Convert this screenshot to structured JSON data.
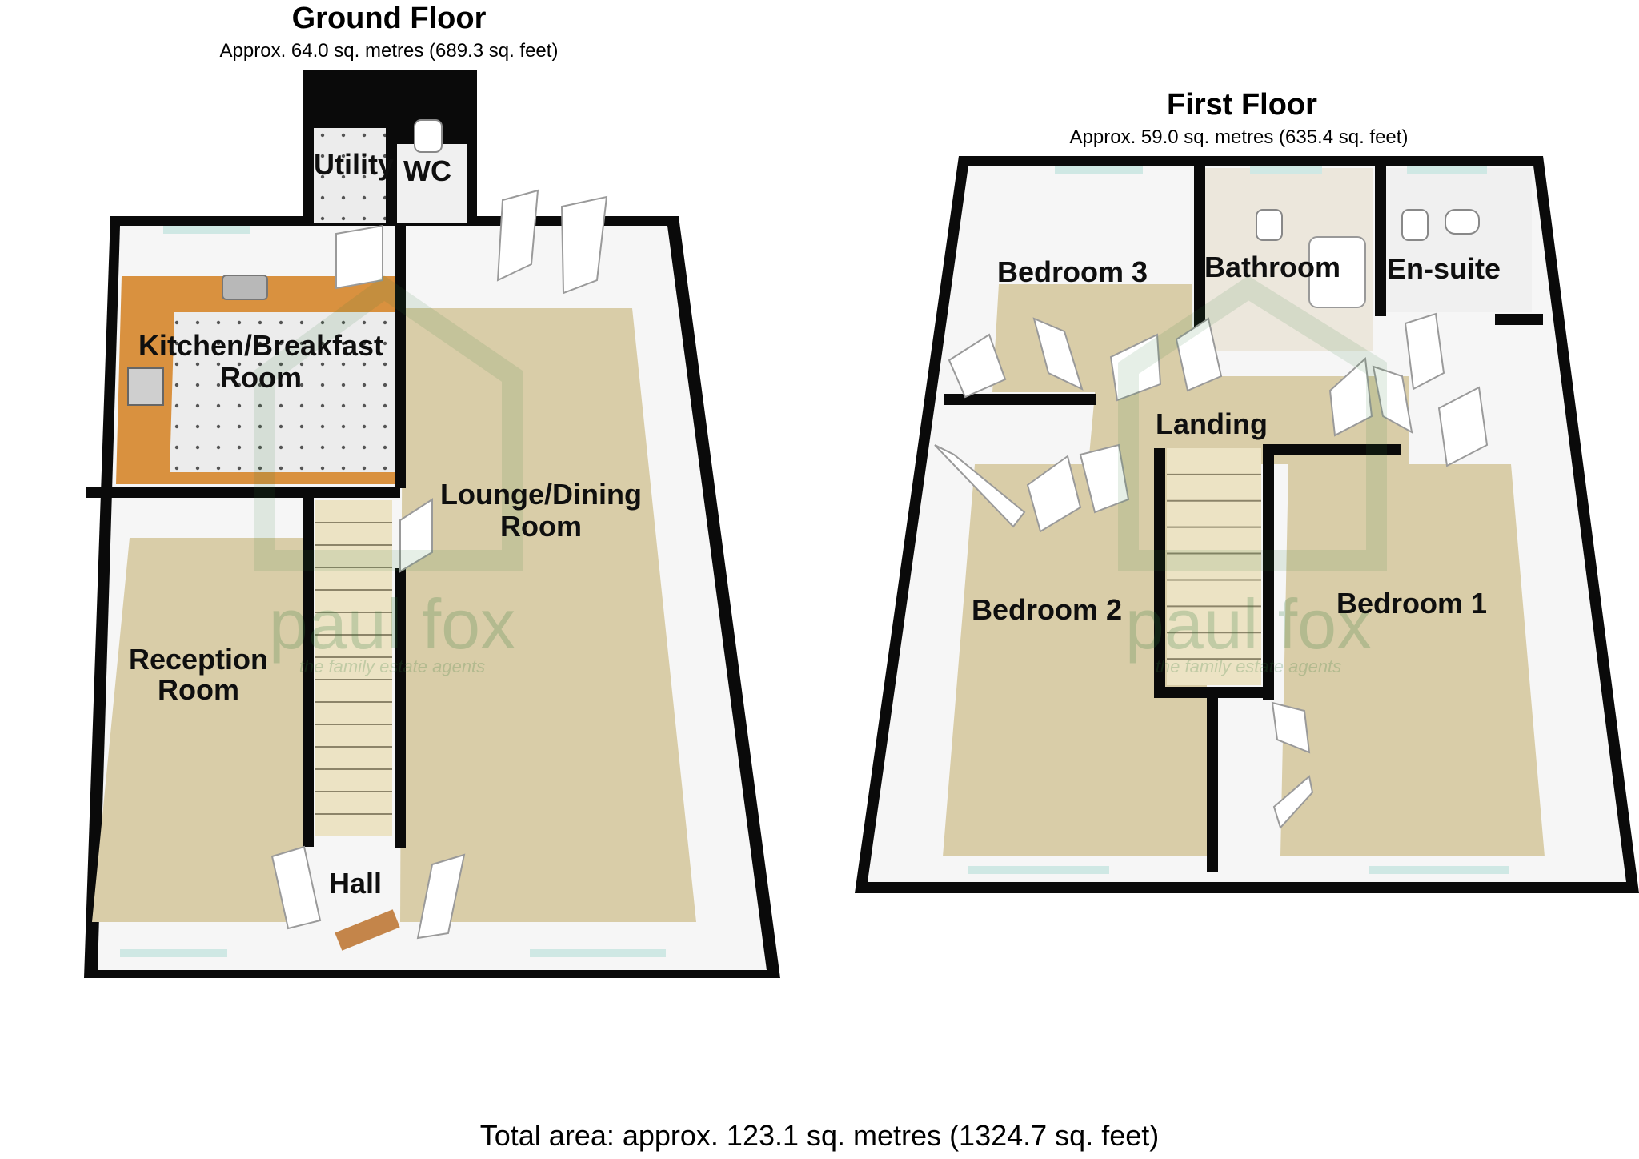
{
  "ground_floor": {
    "title": "Ground Floor",
    "area": "Approx. 64.0 sq. metres (689.3 sq. feet)",
    "rooms": {
      "utility": "Utility",
      "wc": "WC",
      "kitchen_line1": "Kitchen/Breakfast",
      "kitchen_line2": "Room",
      "lounge_line1": "Lounge/Dining",
      "lounge_line2": "Room",
      "reception_line1": "Reception",
      "reception_line2": "Room",
      "hall": "Hall"
    }
  },
  "first_floor": {
    "title": "First Floor",
    "area": "Approx. 59.0 sq. metres (635.4 sq. feet)",
    "rooms": {
      "bedroom3": "Bedroom 3",
      "bathroom": "Bathroom",
      "ensuite": "En-suite",
      "landing": "Landing",
      "bedroom2": "Bedroom 2",
      "bedroom1": "Bedroom 1"
    }
  },
  "watermark": {
    "brand": "paul fox",
    "tagline": "the family estate agents"
  },
  "total_area": "Total area: approx. 123.1 sq. metres (1324.7 sq. feet)",
  "colors": {
    "wall": "#0a0a0a",
    "carpet": "#d9cda8",
    "kitchen_worktop": "#d9913f",
    "tile": "#e8e8e8",
    "window": "#cfe8e4",
    "watermark": "#2f7a3a"
  }
}
